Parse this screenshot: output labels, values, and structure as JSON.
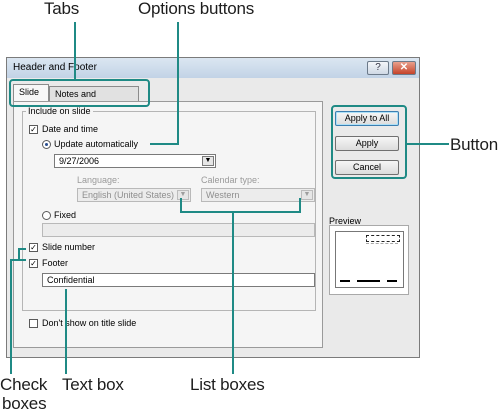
{
  "callouts": {
    "tabs": "Tabs",
    "options_buttons": "Options buttons",
    "button": "Button",
    "check": "Check",
    "boxes": "boxes",
    "text_box": "Text box",
    "list_boxes": "List boxes"
  },
  "accent_color": "#1f8a85",
  "dialog": {
    "title": "Header and Footer",
    "help_glyph": "?",
    "close_glyph": "✕",
    "tabs": [
      {
        "label": "Slide",
        "selected": true
      },
      {
        "label": "Notes and Handouts",
        "selected": false
      }
    ],
    "group_label": "Include on slide",
    "date_and_time": {
      "label": "Date and time",
      "checked": true
    },
    "update_automatically": {
      "label": "Update automatically",
      "selected": true
    },
    "date_value": "9/27/2006",
    "language": {
      "label": "Language:",
      "value": "English (United States)"
    },
    "calendar_type": {
      "label": "Calendar type:",
      "value": "Western"
    },
    "fixed": {
      "label": "Fixed",
      "selected": false,
      "value": ""
    },
    "slide_number": {
      "label": "Slide number",
      "checked": true
    },
    "footer": {
      "label": "Footer",
      "checked": true,
      "value": "Confidential"
    },
    "dont_show_title": {
      "label": "Don't show on title slide",
      "checked": false
    },
    "buttons": {
      "apply_all": "Apply to All",
      "apply": "Apply",
      "cancel": "Cancel"
    },
    "preview_label": "Preview",
    "dropdown_glyph": "▼",
    "checkmark_glyph": "✓"
  }
}
